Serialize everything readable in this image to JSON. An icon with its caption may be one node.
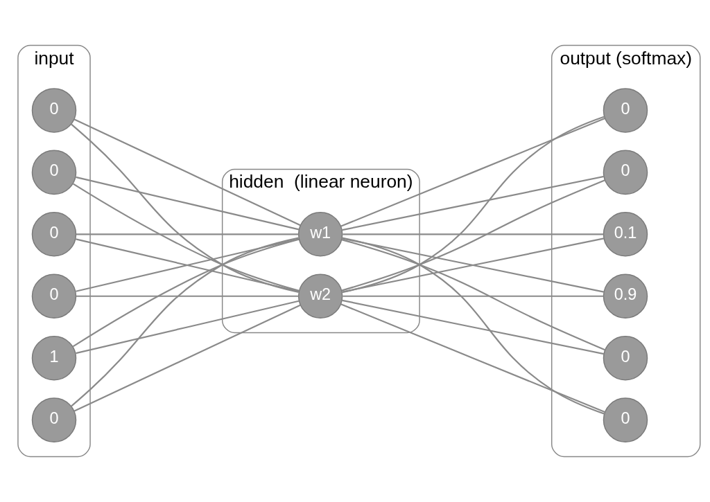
{
  "diagram": {
    "nodes": [
      {
        "text": [
          "input"
        ]
      },
      {
        "text": [
          "1"
        ],
        "in": 0
      },
      {
        "text": [
          "0"
        ],
        "in": 0
      },
      {
        "text": [
          "0"
        ],
        "in": 0
      },
      {
        "text": [
          "0"
        ],
        "in": 0
      },
      {
        "text": [
          "0"
        ],
        "in": 0
      },
      {
        "text": [
          "0"
        ],
        "in": 0
      },
      {
        "text": [
          "hidden  (linear neuron)"
        ]
      },
      {
        "text": [
          "w1"
        ],
        "in": 7
      },
      {
        "text": [
          "w2"
        ],
        "in": 7
      },
      {
        "text": [
          "output (softmax)"
        ]
      },
      {
        "text": [
          "0.1"
        ],
        "in": 10
      },
      {
        "text": [
          "0.9"
        ],
        "in": 10
      },
      {
        "text": [
          "0"
        ],
        "in": 10
      },
      {
        "text": [
          "0"
        ],
        "in": 10
      },
      {
        "text": [
          "0"
        ],
        "in": 10
      },
      {
        "text": [
          "0"
        ],
        "in": 10
      }
    ],
    "edges": [
      {
        "from": 1,
        "to": 8,
        "arrow": "none"
      },
      {
        "from": 1,
        "to": 9,
        "arrow": "none"
      },
      {
        "from": 2,
        "to": 8,
        "arrow": "none"
      },
      {
        "from": 2,
        "to": 9,
        "arrow": "none"
      },
      {
        "from": 3,
        "to": 8,
        "arrow": "none"
      },
      {
        "from": 3,
        "to": 9,
        "arrow": "none"
      },
      {
        "from": 4,
        "to": 8,
        "arrow": "none"
      },
      {
        "from": 4,
        "to": 9,
        "arrow": "none"
      },
      {
        "from": 5,
        "to": 8,
        "arrow": "none"
      },
      {
        "from": 5,
        "to": 9,
        "arrow": "none"
      },
      {
        "from": 6,
        "to": 8,
        "arrow": "none"
      },
      {
        "from": 6,
        "to": 9,
        "arrow": "none"
      },
      {
        "from": 8,
        "to": 11,
        "arrow": "none"
      },
      {
        "from": 8,
        "to": 12,
        "arrow": "none"
      },
      {
        "from": 8,
        "to": 13,
        "arrow": "none"
      },
      {
        "from": 8,
        "to": 14,
        "arrow": "none"
      },
      {
        "from": 8,
        "to": 15,
        "arrow": "none"
      },
      {
        "from": 8,
        "to": 16,
        "arrow": "none"
      },
      {
        "from": 9,
        "to": 11,
        "arrow": "none"
      },
      {
        "from": 9,
        "to": 12,
        "arrow": "none"
      },
      {
        "from": 9,
        "to": 13,
        "arrow": "none"
      },
      {
        "from": 9,
        "to": 14,
        "arrow": "none"
      },
      {
        "from": 9,
        "to": 15,
        "arrow": "none"
      },
      {
        "from": 9,
        "to": 16,
        "arrow": "none"
      }
    ]
  }
}
